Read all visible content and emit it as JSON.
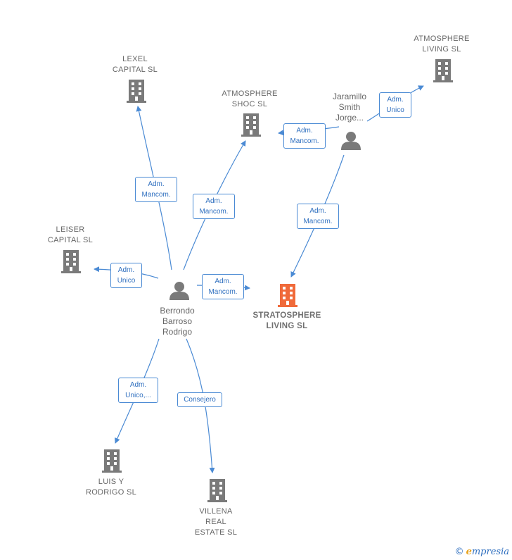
{
  "colors": {
    "edge": "#4a8ad4",
    "company": "#7a7a7a",
    "highlight": "#f06a3a",
    "person": "#7a7a7a"
  },
  "companies": {
    "lexel": [
      "LEXEL",
      "CAPITAL  SL"
    ],
    "shoc": [
      "ATMOSPHERE",
      "SHOC  SL"
    ],
    "living": [
      "ATMOSPHERE",
      "LIVING  SL"
    ],
    "leiser": [
      "LEISER",
      "CAPITAL  SL"
    ],
    "strato": [
      "STRATOSPHERE",
      "LIVING  SL"
    ],
    "luis": [
      "LUIS Y",
      "RODRIGO  SL"
    ],
    "villena": [
      "VILLENA",
      "REAL",
      "ESTATE  SL"
    ]
  },
  "persons": {
    "berrondo": [
      "Berrondo",
      "Barroso",
      "Rodrigo"
    ],
    "jaramillo": [
      "Jaramillo",
      "Smith",
      "Jorge..."
    ]
  },
  "edge_labels": {
    "e_lexel": [
      "Adm.",
      "Mancom."
    ],
    "e_shoc": [
      "Adm.",
      "Mancom."
    ],
    "e_jshoc": [
      "Adm.",
      "Mancom."
    ],
    "e_jliving": [
      "Adm.",
      "Unico"
    ],
    "e_jstrato": [
      "Adm.",
      "Mancom."
    ],
    "e_leiser": [
      "Adm.",
      "Unico"
    ],
    "e_strato": [
      "Adm.",
      "Mancom."
    ],
    "e_luis": [
      "Adm.",
      "Unico,..."
    ],
    "e_villena": [
      "Consejero"
    ]
  },
  "watermark": {
    "symbol": "©",
    "brand_initial": "e",
    "brand_rest": "mpresia"
  }
}
